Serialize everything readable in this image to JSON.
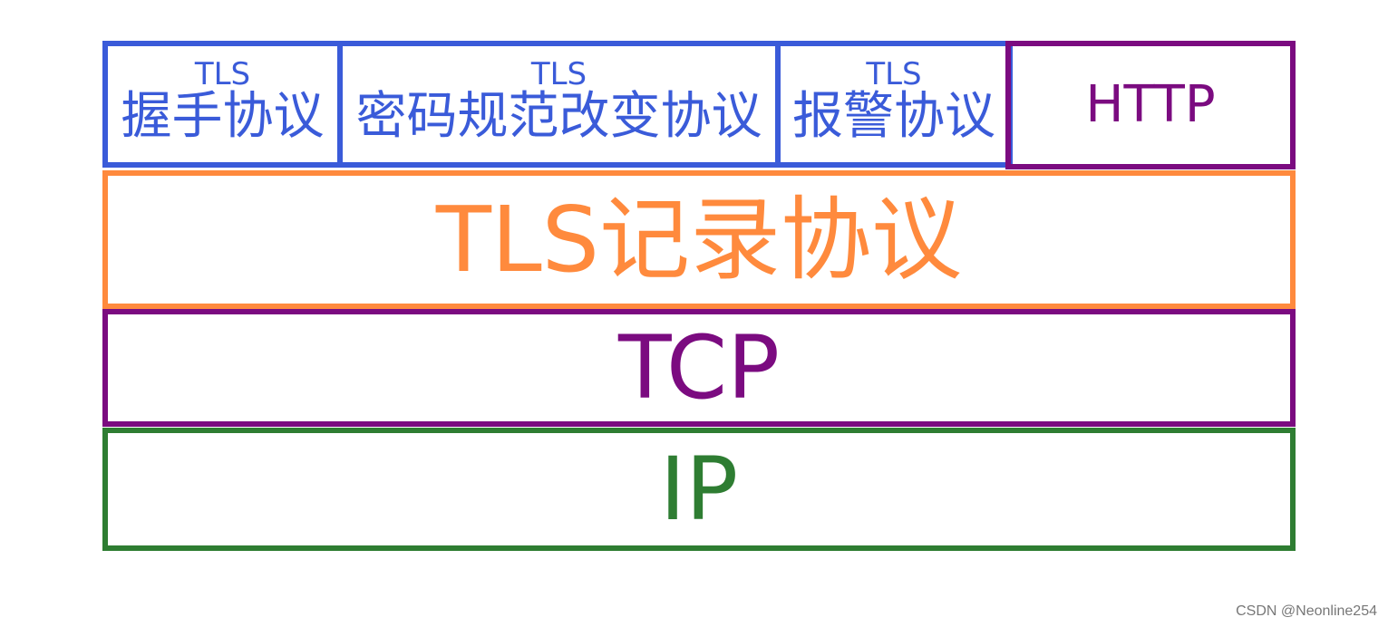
{
  "top_row": [
    {
      "prefix": "TLS",
      "label": "握手协议"
    },
    {
      "prefix": "TLS",
      "label": "密码规范改变协议"
    },
    {
      "prefix": "TLS",
      "label": "报警协议"
    },
    {
      "label": "HTTP"
    }
  ],
  "layers": {
    "tls_record": "TLS记录协议",
    "tcp": "TCP",
    "ip": "IP"
  },
  "watermark": "CSDN @Neonline254",
  "colors": {
    "tls_sub": "#3a5bd9",
    "http": "#7b0b80",
    "tls_record": "#ff8a3d",
    "tcp": "#7b0b80",
    "ip": "#2e7d32"
  }
}
